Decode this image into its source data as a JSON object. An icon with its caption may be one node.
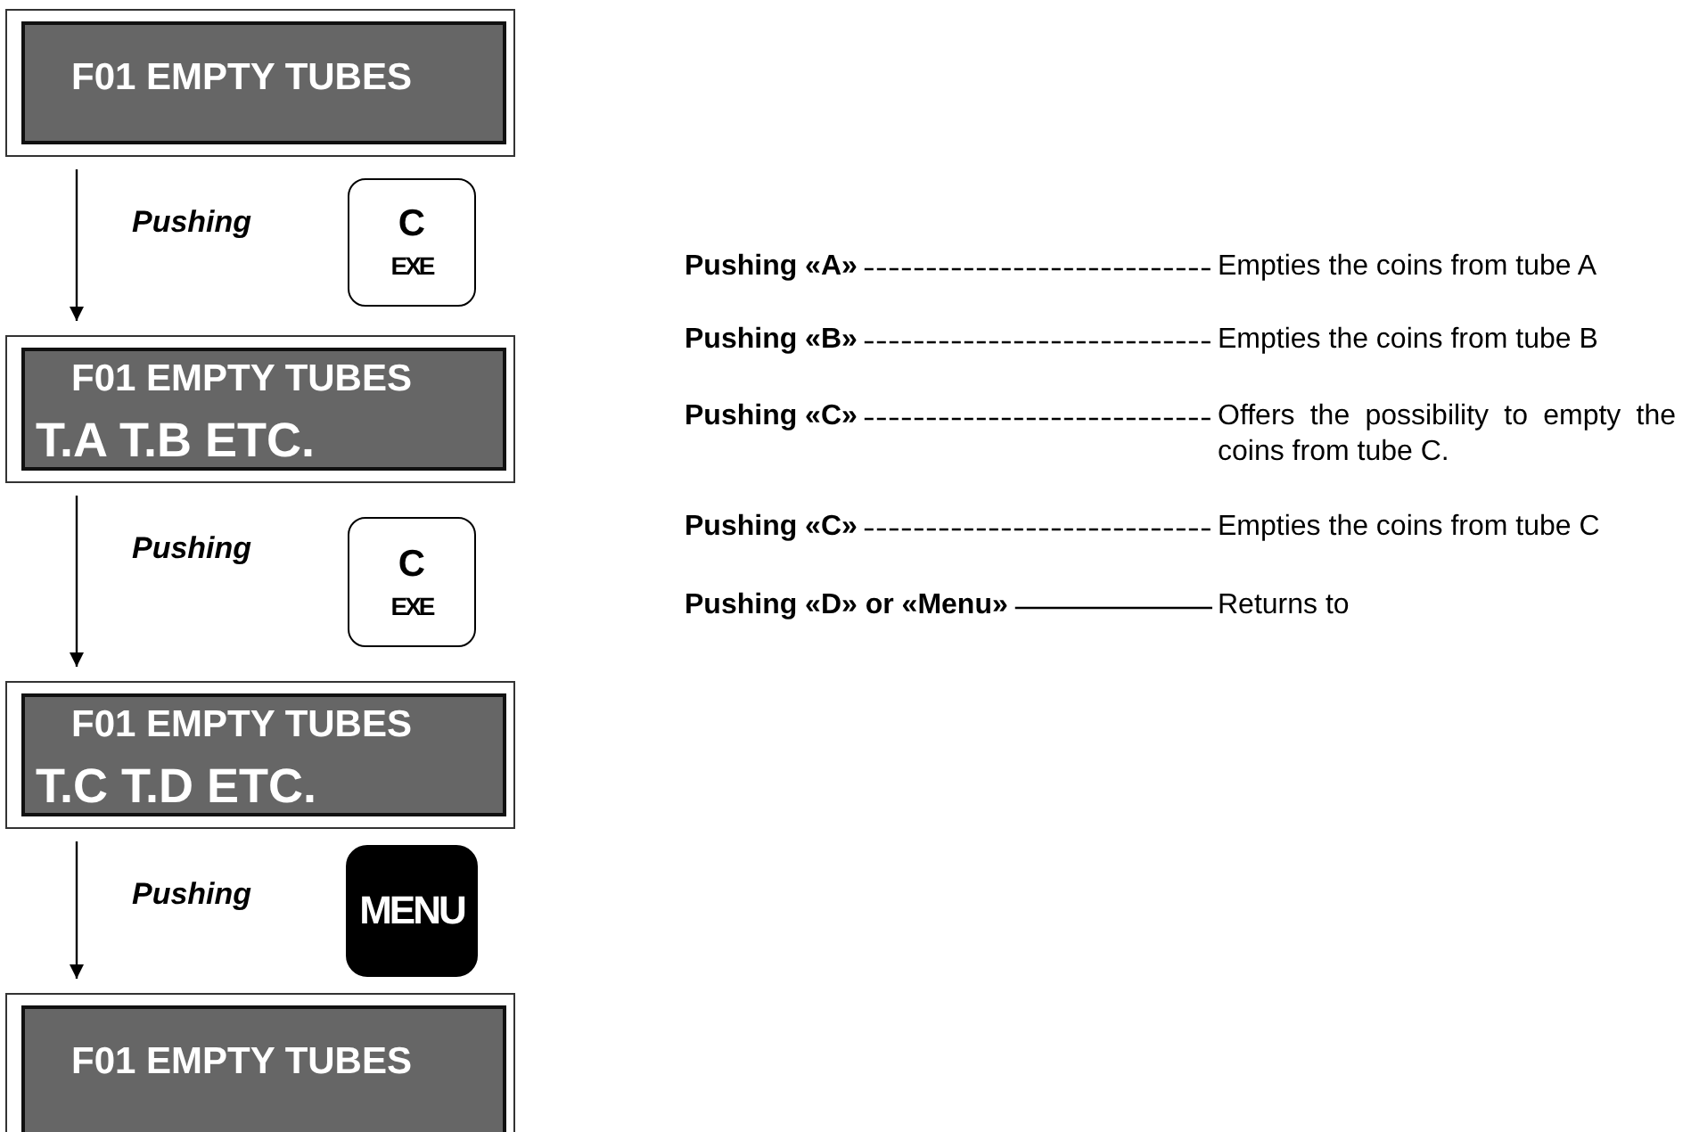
{
  "diagram": {
    "nodes": [
      {
        "text": [
          "F01 EMPTY TUBES"
        ]
      },
      {
        "text": [
          "C",
          "EXE"
        ]
      },
      {
        "text": [
          "F01 EMPTY TUBES",
          "T.A T.B ETC."
        ]
      },
      {
        "text": [
          "C",
          "EXE"
        ]
      },
      {
        "text": [
          "F01 EMPTY TUBES",
          "T.C T.D ETC."
        ]
      },
      {
        "text": [
          "MENU"
        ]
      },
      {
        "text": [
          "F01 EMPTY TUBES"
        ]
      }
    ],
    "edges": [
      {
        "from": 0,
        "to": 2,
        "arrow": "to",
        "label": "Pushing"
      },
      {
        "from": 2,
        "to": 4,
        "arrow": "to",
        "label": "Pushing"
      },
      {
        "from": 4,
        "to": 6,
        "arrow": "to",
        "label": "Pushing"
      }
    ],
    "labels": [
      "Pushing «A»",
      "Empties the coins from tube A",
      "Pushing «B»",
      "Empties the coins from tube B",
      "Pushing «C»",
      "Offers the possibility to empty the coins from tube C.",
      "Pushing  «C»",
      "Empties the coins from tube C",
      "Pushing «D» or «Menu»",
      "Returns to"
    ]
  }
}
